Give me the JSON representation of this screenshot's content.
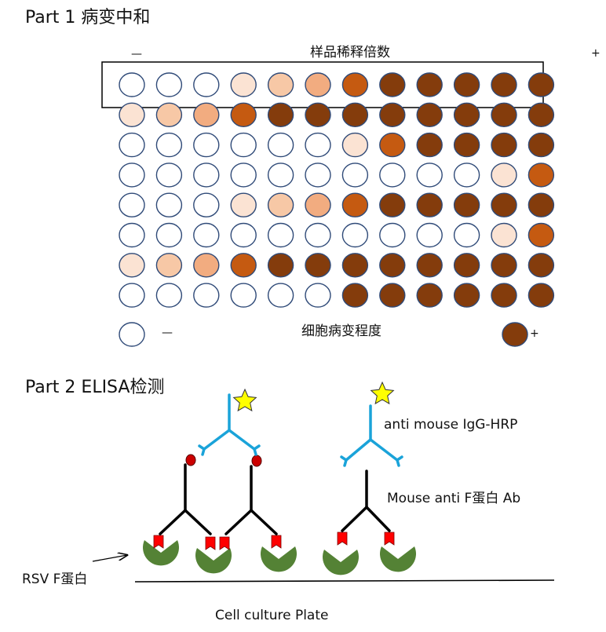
{
  "part1": {
    "title": "Part 1 病变中和",
    "dilution_label": "样品稀释倍数",
    "dilution_minus": "—",
    "dilution_plus": "+",
    "cpe_label": "细胞病变程度",
    "cpe_minus": "—",
    "cpe_plus": "+",
    "plate": {
      "rows": 8,
      "cols": 12,
      "highlighted_row": 1,
      "levels": [
        [
          0,
          0,
          0,
          1,
          2,
          3,
          4,
          5,
          5,
          5,
          5,
          5
        ],
        [
          1,
          2,
          3,
          4,
          5,
          5,
          5,
          5,
          5,
          5,
          5,
          5
        ],
        [
          0,
          0,
          0,
          0,
          0,
          0,
          1,
          4,
          5,
          5,
          5,
          5
        ],
        [
          0,
          0,
          0,
          0,
          0,
          0,
          0,
          0,
          0,
          0,
          1,
          4
        ],
        [
          0,
          0,
          0,
          1,
          2,
          3,
          4,
          5,
          5,
          5,
          5,
          5
        ],
        [
          0,
          0,
          0,
          0,
          0,
          0,
          0,
          0,
          0,
          0,
          1,
          4
        ],
        [
          1,
          2,
          3,
          4,
          5,
          5,
          5,
          5,
          5,
          5,
          5,
          5
        ],
        [
          0,
          0,
          0,
          0,
          0,
          0,
          5,
          5,
          5,
          5,
          5,
          5
        ]
      ],
      "level_colors": [
        "#ffffff",
        "#fbe3d3",
        "#f7c8a6",
        "#f2ac80",
        "#c55a11",
        "#843c0c"
      ],
      "outline_color": "#2f4a78"
    },
    "legend": {
      "minus_level": 0,
      "plus_level": 5
    }
  },
  "part2": {
    "title": "Part 2 ELISA检测",
    "secondary_label": "anti mouse IgG-HRP",
    "primary_label": "Mouse anti F蛋白 Ab",
    "antigen_label": "RSV F蛋白",
    "plate_label": "Cell culture Plate",
    "colors": {
      "secondary_antibody": "#1aa3d9",
      "primary_antibody": "#000000",
      "antigen": "#548235",
      "binding_site": "#ff0000",
      "enzyme": "#cc0000",
      "star_fill": "#ffff00"
    }
  }
}
